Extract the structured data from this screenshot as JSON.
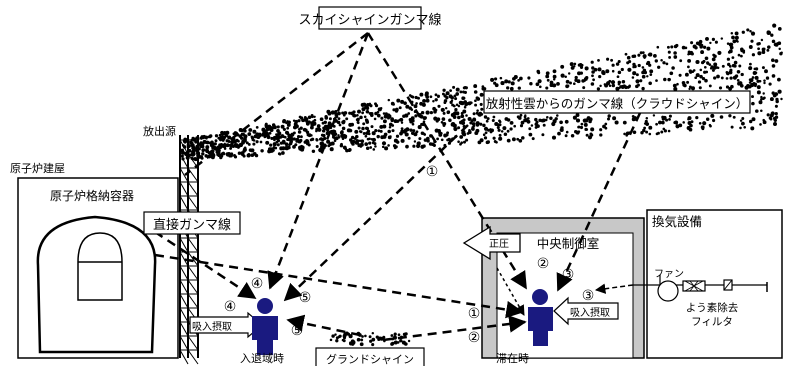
{
  "labels": {
    "skyshine": "スカイシャインガンマ線",
    "cloudshine": "放射性雲からのガンマ線（クラウドシャイン）",
    "release_source": "放出源",
    "reactor_building": "原子炉建屋",
    "containment": "原子炉格納容器",
    "direct_gamma": "直接ガンマ線",
    "central_control_room": "中央制御室",
    "positive_pressure": "正圧",
    "ventilation": "換気設備",
    "fan": "ファン",
    "iodine_filter_line1": "よう素除去",
    "iodine_filter_line2": "フィルタ",
    "intake_left": "吸入摂取",
    "intake_right": "吸入摂取",
    "entry_exit": "入退域時",
    "stay": "滞在時",
    "groundshine": "グランドシャイン"
  },
  "markers": {
    "m1": "①",
    "m2": "②",
    "m3": "③",
    "m4": "④",
    "m5": "⑤"
  },
  "colors": {
    "person": "#1a1a80",
    "line": "#000000",
    "gray_wall": "#c8c8c8"
  }
}
